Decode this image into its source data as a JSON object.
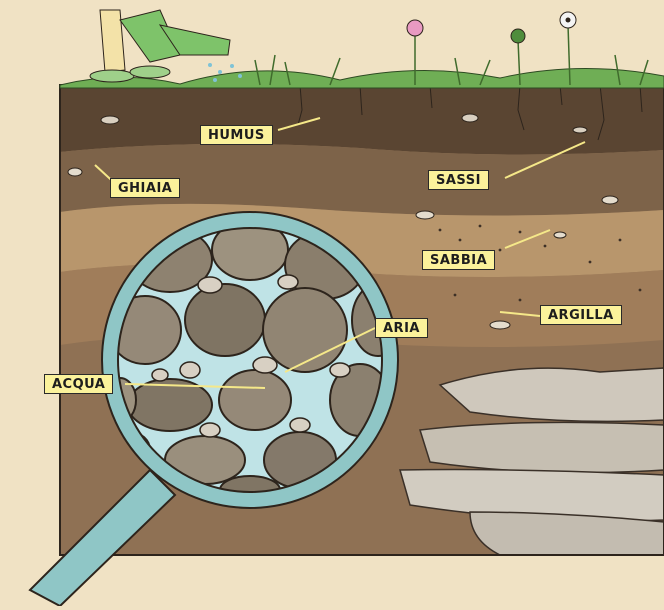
{
  "labels": {
    "humus": "HUMUS",
    "ghiaia": "GHIAIA",
    "sassi": "SASSI",
    "sabbia": "SABBIA",
    "argilla": "ARGILLA",
    "aria": "ARIA",
    "acqua": "ACQUA"
  },
  "layers": [
    "humus",
    "ghiaia",
    "sassi",
    "sabbia",
    "argilla",
    "roccia"
  ],
  "colors": {
    "background": "#f0e2c4",
    "label_fill": "#fbf29b",
    "humus": "#5e4a36",
    "subsoil": "#8a6e52",
    "sand": "#b8966c",
    "clay": "#a37f5c",
    "rock": "#c9c2b6",
    "water": "#bfe3e6",
    "magnifier_rim": "#8fc6c6",
    "grass": "#6fae55"
  }
}
